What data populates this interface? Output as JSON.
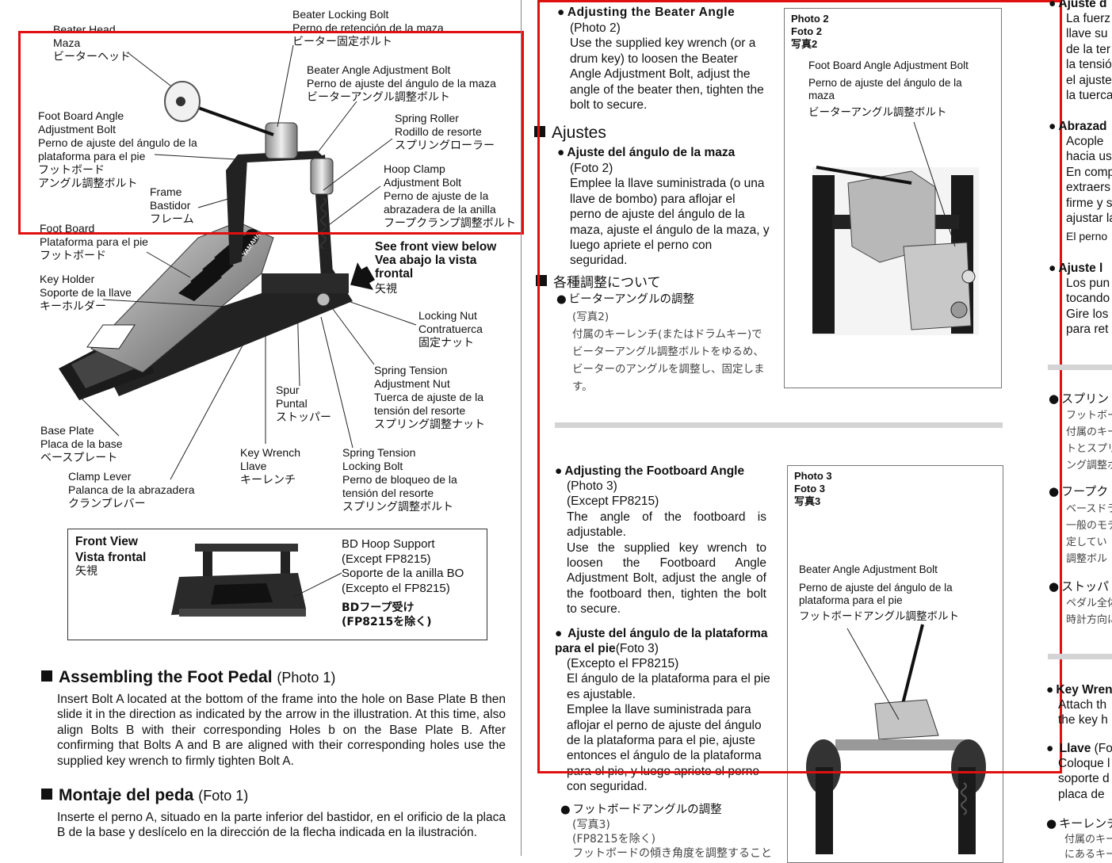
{
  "diagram": {
    "beater_head": "Beater Head\nMaza\nビーターヘッド",
    "beater_locking_bolt": "Beater Locking Bolt\nPerno de retención de la maza\nビーター固定ボルト",
    "beater_angle_bolt": "Beater Angle Adjustment Bolt\nPerno de ajuste del ángulo de la maza\nビーターアングル調整ボルト",
    "spring_roller": "Spring Roller\nRodillo de resorte\nスプリングローラー",
    "foot_board_angle_bolt": "Foot Board Angle\nAdjustment Bolt\nPerno de ajuste del ángulo de la\nplataforma para el pie\nフットボード\nアングル調整ボルト",
    "hoop_clamp_bolt": "Hoop Clamp\nAdjustment Bolt\nPerno de ajuste de la\nabrazadera de la anilla\nフープクランプ調整ボルト",
    "frame": "Frame\nBastidor\nフレーム",
    "foot_board": "Foot Board\nPlataforma para el pie\nフットボード",
    "see_front_view": "See front view below\nVea abajo la vista\nfrontal",
    "see_front_view_jp": "矢視",
    "key_holder": "Key Holder\nSoporte de la llave\nキーホルダー",
    "locking_nut": "Locking Nut\nContratuerca\n固定ナット",
    "spring_tension_nut": "Spring Tension\nAdjustment Nut\nTuerca de ajuste de la\ntensión del resorte\nスプリング調整ナット",
    "spur": "Spur\nPuntal\nストッパー",
    "base_plate": "Base Plate\nPlaca de la base\nベースプレート",
    "key_wrench": "Key Wrench\nLlave\nキーレンチ",
    "spring_locking_bolt": "Spring Tension\nLocking Bolt\nPerno de bloqueo de la\ntensión del resorte\nスプリング調整ボルト",
    "clamp_lever": "Clamp Lever\nPalanca de la abrazadera\nクランプレバー",
    "pedal_brand": "YAMAHA"
  },
  "front_view": {
    "title": "Front View\nVista frontal",
    "title_jp": "矢視",
    "bd_hoop": "BD Hoop Support\n(Except FP8215)\nSoporte de la anilla BO\n(Excepto el FP8215)",
    "bd_hoop_jp": "BDフープ受け\n(FP8215を除く)"
  },
  "assembly": {
    "heading_en": "Assembling the Foot Pedal",
    "heading_en_sub": "(Photo 1)",
    "body_en": "Insert Bolt A located at the bottom of the frame into the hole on Base Plate B then slide it in the direction as indicated by the arrow in the illustration. At this time, also align Bolts B with their corresponding Holes b on the Base Plate B. After confirming that Bolts A and B are aligned with their corresponding holes use the supplied key wrench to firmly tighten Bolt A.",
    "heading_es": "Montaje del peda",
    "heading_es_sub": "(Foto 1)",
    "body_es": "Inserte el perno A, situado en la parte inferior del bastidor, en el orificio de la placa B de la base y deslícelo en la dirección de la flecha indicada en la ilustración."
  },
  "beater_angle": {
    "title_en": "Adjusting the Beater Angle",
    "body_en": "(Photo 2)\nUse the supplied key wrench (or a drum key) to loosen the Beater Angle Adjustment Bolt, adjust the angle of the beater then, tighten the bolt to secure.",
    "section_es": "Ajustes",
    "title_es": "Ajuste del ángulo de la maza",
    "body_es": "(Foto 2)\nEmplee la llave suministrada (o una llave de bombo) para aflojar el perno de ajuste del ángulo de la maza, ajuste el ángulo de la maza, y luego apriete el perno con seguridad.",
    "section_jp": "各種調整について",
    "title_jp": "ビーターアングルの調整",
    "body_jp": "(写真2)\n付属のキーレンチ(またはドラムキー)でビーターアングル調整ボルトをゆるめ、ビーターのアングルを調整し、固定します。"
  },
  "photo2": {
    "caption": "Photo 2\nFoto 2\n写真2",
    "label": "Foot Board Angle Adjustment Bolt",
    "label_es": "Perno de ajuste del ángulo de la\nmaza",
    "label_jp": "ビーターアングル調整ボルト"
  },
  "footboard_angle": {
    "title_en": "Adjusting the Footboard Angle",
    "body_en": "(Photo 3)\n(Except FP8215)\nThe angle of the footboard is adjustable.\nUse the supplied key wrench to loosen the Footboard Angle Adjustment Bolt, adjust the angle of the footboard then, tighten the bolt to secure.",
    "title_es": "Ajuste del ángulo de la plataforma para el pie",
    "title_es_sub": "(Foto 3)",
    "body_es": "(Excepto el FP8215)\nEl ángulo de la plataforma para el pie es ajustable.\nEmplee la llave suministrada para aflojar el perno de ajuste del ángulo de la plataforma para el pie, ajuste entonces el ángulo de la plataforma para el pie, y luego apriete el perno con seguridad.",
    "title_jp": "フットボードアングルの調整",
    "body_jp": "(写真3)\n(FP8215を除く)\nフットボードの傾き角度を調整すること"
  },
  "photo3": {
    "caption": "Photo 3\nFoto 3\n写真3",
    "label": "Beater Angle Adjustment Bolt",
    "label_es": "Perno de ajuste del ángulo de la\nplataforma para el pie",
    "label_jp": "フットボードアングル調整ボルト"
  },
  "right_column": {
    "l1": "Ajuste d",
    "p1": "La fuerz\nllave su\nde la ter\nla tensió\nel ajuste\nla tuerca",
    "l2": "Abrazad",
    "p2": "Acople\nhacia us\nEn comp\nextraers\nfirme y s\najustar la",
    "p2b": "El perno",
    "l3": "Ajuste l",
    "p3": "Los pun\ntocando\nGire los\npara ret",
    "j1": "スプリン",
    "j1b": "フットボー\n付属のキー\nトとスプリ\nング調整ボ",
    "j2": "フープク",
    "j2b": "ベースドラ\n一般のモデ\n定してい\n調整ボル",
    "j3": "ストッパ",
    "j3b": "ペダル全体\n時計方向に",
    "k1": "Key Wren",
    "k1b": "Attach th\nthe key h",
    "k2": "Llave",
    "k2s": "(Fo",
    "k2b": "Coloque l\nsoporte d\nplaca de",
    "k3": "キーレンチ",
    "k3b": "付属のキー\nにあるキー"
  },
  "colors": {
    "highlight": "#e01010",
    "divider": "#d4d4d4"
  }
}
